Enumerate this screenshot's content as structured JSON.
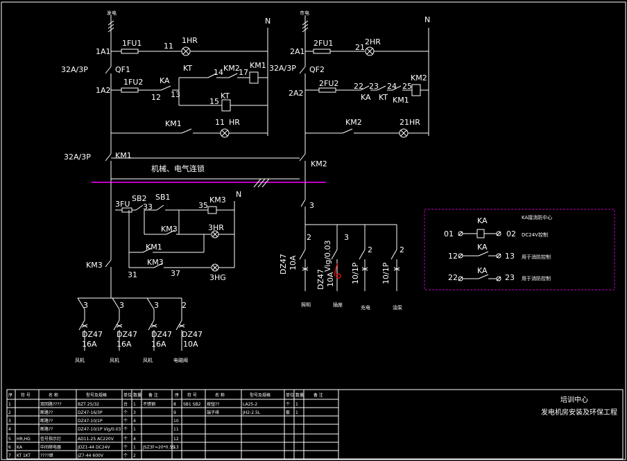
{
  "left_circuit": {
    "source_label": "发电",
    "neutral": "N",
    "breaker_main_id": "1A1",
    "fuse1": "1FU1",
    "wire11a": "11",
    "lamp1": "1HR",
    "breaker_rating": "32A/3P",
    "qf": "QF1",
    "node_1a2": "1A2",
    "fuse2": "1FU2",
    "ka": "KA",
    "n12": "12",
    "n13": "13",
    "kt": "KT",
    "n14": "14",
    "km2": "KM2",
    "n17": "17",
    "km1_coil": "KM1",
    "n15": "15",
    "kt_coil": "KT",
    "km1_contact": "KM1",
    "n11b": "11",
    "hr_b": "HR",
    "lower_rating": "32A/3P",
    "km1_main": "KM1",
    "interlock": "机械、电气连锁"
  },
  "right_circuit": {
    "source_label": "市电",
    "neutral": "N",
    "breaker_main_id": "2A1",
    "fuse1": "2FU1",
    "wire21": "21",
    "lamp": "2HR",
    "breaker_rating": "32A/3P",
    "qf": "QF2",
    "node_2a2": "2A2",
    "fuse2": "2FU2",
    "n22": "22",
    "n23": "23",
    "n24": "24",
    "n25": "25",
    "ka": "KA",
    "kt": "KT",
    "km1": "KM1",
    "km2_coil": "KM2",
    "km2_contact": "KM2",
    "lamp21": "21HR",
    "km2_main": "KM2"
  },
  "fan_circuit": {
    "fuse": "3FU",
    "sb2": "SB2",
    "sb1": "SB1",
    "n33": "33",
    "n35": "35",
    "km3_coil": "KM3",
    "neutral": "N",
    "km3_contact": "KM3",
    "lamp3hr": "3HR",
    "km1_contact": "KM1",
    "km3_contact2": "KM3",
    "n31": "31",
    "n37": "37",
    "lamp3hg": "3HG",
    "km3_main": "KM3"
  },
  "branches": {
    "poles": [
      "3",
      "3",
      "3",
      "2"
    ],
    "breaker": [
      "DZ47",
      "DZ47",
      "DZ47",
      "DZ47"
    ],
    "rating": [
      "16A",
      "16A",
      "16A",
      "10A"
    ],
    "names": [
      "风机",
      "风机",
      "风机",
      "电磁阀"
    ]
  },
  "outputs": {
    "main_pole": "3",
    "poles": [
      "2",
      "3",
      "2",
      "2"
    ],
    "breakers": [
      "DZ47\n10A",
      "DZ47 Vig/0.03\n10A",
      "10/1P",
      "10/1P"
    ],
    "b1": "DZ47",
    "b1r": "10A",
    "b2": "DZ47",
    "b2v": "Vig/0.03",
    "b2r": "10A",
    "b3": "10/1P",
    "b4": "10/1P",
    "names": [
      "照明",
      "插座",
      "充电",
      "油泵"
    ]
  },
  "legend": {
    "title_ka": "KA",
    "note_top": "KA接消防中心",
    "coil_from": "01",
    "coil_to": "02",
    "coil_voltage": "DC24V控制",
    "c1_from": "12",
    "c1_to": "13",
    "c1_ka": "KA",
    "c1_note": "用于消防控制",
    "c2_from": "22",
    "c2_to": "23",
    "c2_ka": "KA",
    "c2_note": "用于消防控制"
  },
  "table": {
    "headers": [
      "序",
      "符 号",
      "名 称",
      "型号及规格",
      "单位",
      "数量",
      "备 注",
      "序",
      "符 号",
      "名 称",
      "型号及规格",
      "单位",
      "数量",
      "备 注"
    ],
    "rows": [
      [
        "1",
        "",
        "双回路????",
        "BZT  25/32",
        "台",
        "1",
        "不锈钢",
        "8",
        "SB1 SB2",
        "按钮??",
        "LA25-2",
        "个",
        "1",
        ""
      ],
      [
        "2",
        "",
        "断路??",
        "DZ47-16/3P",
        "个",
        "3",
        "",
        "9",
        "",
        "端子排",
        "JH2-2.5L",
        "套",
        "1",
        ""
      ],
      [
        "3",
        "",
        "断路??",
        "DZ47-10/1P",
        "个",
        "4",
        "",
        "10",
        "",
        "",
        "",
        "",
        "",
        ""
      ],
      [
        "4",
        "",
        "断路??",
        "DZ47-10/1P Vig/0.03",
        "个",
        "1",
        "",
        "11",
        "",
        "",
        "",
        "",
        "",
        ""
      ],
      [
        "5",
        "HR,HG",
        "信号指示灯",
        "AD11-25 AC220V",
        "个",
        "4",
        "",
        "12",
        "",
        "",
        "",
        "",
        "",
        ""
      ],
      [
        "6",
        "KA",
        "中间继电器",
        "JDZ1-44 DC24V",
        "个",
        "1",
        "JSZ3F=20*0.5S",
        "13",
        "",
        "",
        "",
        "",
        "",
        ""
      ],
      [
        "7",
        "KT 1KT",
        "????继",
        "JZ7-44 600V",
        "个",
        "2",
        "",
        "",
        "",
        "",
        "",
        "",
        "",
        ""
      ]
    ]
  },
  "titleblock": {
    "org": "培训中心",
    "project": "发电机房安装及环保工程"
  },
  "colors": {
    "line": "#ffffff",
    "accent": "#c000c0",
    "fault": "#e01010"
  }
}
